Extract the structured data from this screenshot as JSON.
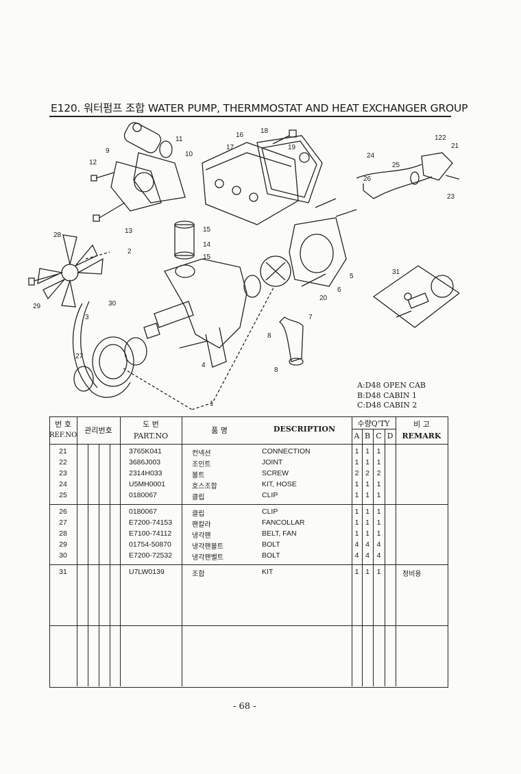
{
  "title": "E120. 워터펌프 조합 WATER PUMP, THERMMOSTAT AND HEAT EXCHANGER GROUP",
  "diagram": {
    "callouts": [
      "11",
      "10",
      "9",
      "12",
      "13",
      "16",
      "17",
      "18",
      "19",
      "122",
      "21",
      "24",
      "25",
      "26",
      "23",
      "15",
      "14",
      "15",
      "28",
      "2",
      "29",
      "30",
      "3",
      "27",
      "5",
      "6",
      "20",
      "31",
      "7",
      "8",
      "8",
      "4",
      "1"
    ]
  },
  "legend": [
    "A:D48 OPEN CAB",
    "B:D48 CABIN 1",
    "C:D48 CABIN 2"
  ],
  "table": {
    "headers": {
      "ref_kr": "번 호",
      "ref_en": "REF.NO",
      "mgmt": "관리번호",
      "part_kr": "도 번",
      "part_en": "PART.NO",
      "name_kr": "품 명",
      "desc": "DESCRIPTION",
      "qty_kr": "수량",
      "qty_en": "Q'TY",
      "qty_a": "A",
      "qty_b": "B",
      "qty_c": "C",
      "qty_d": "D",
      "remark_kr": "비 고",
      "remark_en": "REMARK"
    },
    "rows": [
      {
        "ref": "21",
        "part": "3765K041",
        "name": "컨넥션",
        "desc": "CONNECTION",
        "a": "1",
        "b": "1",
        "c": "1",
        "remark": ""
      },
      {
        "ref": "22",
        "part": "3686J003",
        "name": "조인트",
        "desc": "JOINT",
        "a": "1",
        "b": "1",
        "c": "1",
        "remark": ""
      },
      {
        "ref": "23",
        "part": "2314H033",
        "name": "볼트",
        "desc": "SCREW",
        "a": "2",
        "b": "2",
        "c": "2",
        "remark": ""
      },
      {
        "ref": "24",
        "part": "U5MH0001",
        "name": "호스조합",
        "desc": "KIT, HOSE",
        "a": "1",
        "b": "1",
        "c": "1",
        "remark": ""
      },
      {
        "ref": "25",
        "part": "0180067",
        "name": "클립",
        "desc": "CLIP",
        "a": "1",
        "b": "1",
        "c": "1",
        "remark": ""
      },
      {
        "ref": "26",
        "part": "0180067",
        "name": "클립",
        "desc": "CLIP",
        "a": "1",
        "b": "1",
        "c": "1",
        "remark": ""
      },
      {
        "ref": "27",
        "part": "E7200-74153",
        "name": "팬칼라",
        "desc": "FANCOLLAR",
        "a": "1",
        "b": "1",
        "c": "1",
        "remark": ""
      },
      {
        "ref": "28",
        "part": "E7100-74112",
        "name": "냉각팬",
        "desc": "BELT, FAN",
        "a": "1",
        "b": "1",
        "c": "1",
        "remark": ""
      },
      {
        "ref": "29",
        "part": "01754-50870",
        "name": "냉각팬볼트",
        "desc": "BOLT",
        "a": "4",
        "b": "4",
        "c": "4",
        "remark": ""
      },
      {
        "ref": "30",
        "part": "E7200-72532",
        "name": "냉각팬벨트",
        "desc": "BOLT",
        "a": "4",
        "b": "4",
        "c": "4",
        "remark": ""
      },
      {
        "ref": "31",
        "part": "U7LW0139",
        "name": "조합",
        "desc": "KIT",
        "a": "1",
        "b": "1",
        "c": "1",
        "remark": "정비용"
      }
    ]
  },
  "page_number": "- 68 -"
}
